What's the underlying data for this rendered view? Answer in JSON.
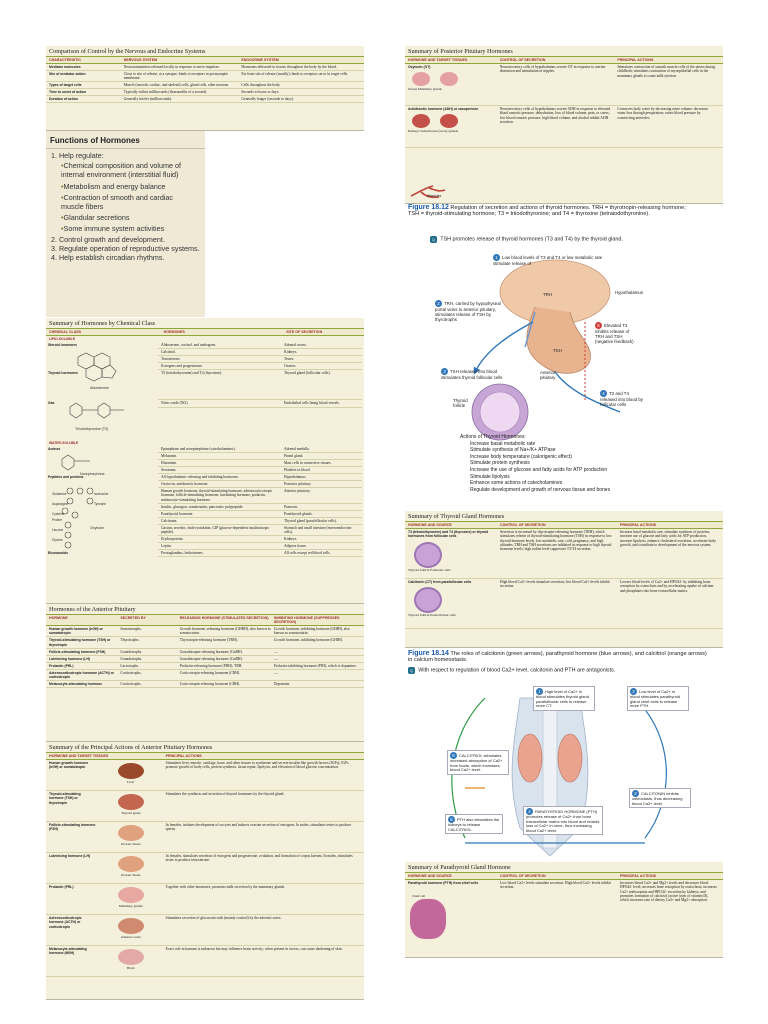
{
  "comparison": {
    "title": "Comparison of Control by the Nervous and Endocrine Systems",
    "headers": [
      "CHARACTERISTIC",
      "NERVOUS SYSTEM",
      "ENDOCRINE SYSTEM"
    ],
    "rows": [
      [
        "Mediator molecules",
        "Neurotransmitters released locally in response to nerve impulses.",
        "Hormones delivered to tissues throughout the body by the blood."
      ],
      [
        "Site of mediator action",
        "Close to site of release, at a synapse; binds to receptors in postsynaptic membrane.",
        "Far from site of release (usually); binds to receptors on or in target cells."
      ],
      [
        "Types of target cells",
        "Muscle (smooth, cardiac, and skeletal) cells, gland cells, other neurons.",
        "Cells throughout the body."
      ],
      [
        "Time to onset of action",
        "Typically within milliseconds (thousandths of a second).",
        "Seconds to hours or days."
      ],
      [
        "Duration of action",
        "Generally briefer (milliseconds).",
        "Generally longer (seconds to days)."
      ]
    ]
  },
  "functions": {
    "title": "Functions of Hormones",
    "items": [
      {
        "text": "1. Help regulate:",
        "sub": false
      },
      {
        "text": "Chemical composition and volume of internal environment (interstitial fluid)",
        "sub": true
      },
      {
        "text": "Metabolism and energy balance",
        "sub": true
      },
      {
        "text": "Contraction of smooth and cardiac muscle fibers",
        "sub": true
      },
      {
        "text": "Glandular secretions",
        "sub": true
      },
      {
        "text": "Some immune system activities",
        "sub": true
      },
      {
        "text": "2. Control growth and development.",
        "sub": false
      },
      {
        "text": "3. Regulate operation of reproductive systems.",
        "sub": false
      },
      {
        "text": "4. Help establish circadian rhythms.",
        "sub": false
      }
    ]
  },
  "chemclass": {
    "title": "Summary of Hormones by Chemical Class",
    "headers": [
      "CHEMICAL CLASS",
      "HORMONES",
      "SITE OF SECRETION"
    ],
    "lipid_label": "LIPID-SOLUBLE",
    "water_label": "WATER-SOLUBLE",
    "lipid_rows": [
      [
        "Steroid hormones",
        "Aldosterone, cortisol, and androgens.",
        "Adrenal cortex."
      ],
      [
        "",
        "Calcitriol.",
        "Kidneys."
      ],
      [
        "",
        "Testosterone.",
        "Testes."
      ],
      [
        "",
        "Estrogens and progesterone.",
        "Ovaries."
      ],
      [
        "Thyroid hormones",
        "T3 (triiodothyronine) and T4 (thyroxine).",
        "Thyroid gland (follicular cells)."
      ],
      [
        "Gas",
        "Nitric oxide (NO).",
        "Endothelial cells lining blood vessels."
      ]
    ],
    "water_rows": [
      [
        "Amines",
        "Epinephrine and norepinephrine (catecholamines).",
        "Adrenal medulla."
      ],
      [
        "",
        "Melatonin.",
        "Pineal gland."
      ],
      [
        "",
        "Histamine.",
        "Mast cells in connective tissues."
      ],
      [
        "",
        "Serotonin.",
        "Platelets in blood."
      ],
      [
        "Peptides and proteins",
        "All hypothalamic releasing and inhibiting hormones.",
        "Hypothalamus."
      ],
      [
        "",
        "Oxytocin, antidiuretic hormone.",
        "Posterior pituitary."
      ],
      [
        "",
        "Human growth hormone, thyroid-stimulating hormone, adrenocorticotropic hormone, follicle-stimulating hormone, luteinizing hormone, prolactin, melanocyte-stimulating hormone.",
        "Anterior pituitary."
      ],
      [
        "",
        "Insulin, glucagon, somatostatin, pancreatic polypeptide.",
        "Pancreas."
      ],
      [
        "",
        "Parathyroid hormone.",
        "Parathyroid glands."
      ],
      [
        "",
        "Calcitonin.",
        "Thyroid gland (parafollicular cells)."
      ],
      [
        "",
        "Gastrin, secretin, cholecystokinin, GIP (glucose-dependent insulinotropic peptide).",
        "Stomach and small intestine (enteroendocrine cells)."
      ],
      [
        "",
        "Erythropoietin.",
        "Kidneys."
      ],
      [
        "",
        "Leptin.",
        "Adipose tissue."
      ],
      [
        "Eicosanoids",
        "Prostaglandins, leukotrienes.",
        "All cells except red blood cells."
      ]
    ],
    "struct_labels": [
      "Aldosterone",
      "Triiodothyronine (T3)",
      "Norepinephrine",
      "Glutamine",
      "Isoleucine",
      "Asparagine",
      "Tyrosine",
      "Proline",
      "Leucine",
      "Glycine",
      "Oxytocin",
      "Cysteine"
    ]
  },
  "anterior": {
    "title": "Hormones of the Anterior Pituitary",
    "headers": [
      "HORMONE",
      "SECRETED BY",
      "RELEASING HORMONE (STIMULATES SECRETION)",
      "INHIBITING HORMONE (SUPPRESSES SECRETION)"
    ],
    "rows": [
      [
        "Human growth hormone (hGH) or somatotropin",
        "Somatotrophs.",
        "Growth hormone–releasing hormone (GHRH), also known as somatocrinin.",
        "Growth hormone–inhibiting hormone (GHIH), also known as somatostatin."
      ],
      [
        "Thyroid-stimulating hormone (TSH) or thyrotropin",
        "Thyrotrophs.",
        "Thyrotropin-releasing hormone (TRH).",
        "Growth hormone–inhibiting hormone (GHIH)."
      ],
      [
        "Follicle-stimulating hormone (FSH)",
        "Gonadotrophs.",
        "Gonadotropin-releasing hormone (GnRH).",
        "—"
      ],
      [
        "Luteinizing hormone (LH)",
        "Gonadotrophs.",
        "Gonadotropin-releasing hormone (GnRH).",
        "—"
      ],
      [
        "Prolactin (PRL)",
        "Lactotrophs.",
        "Prolactin-releasing hormone (PRH); TRH.",
        "Prolactin-inhibiting hormone (PIH), which is dopamine."
      ],
      [
        "Adrenocorticotropic hormone (ACTH) or corticotropin",
        "Corticotrophs.",
        "Corticotropin-releasing hormone (CRH).",
        "—"
      ],
      [
        "Melanocyte-stimulating hormone",
        "Corticotrophs.",
        "Corticotropin-releasing hormone (CRH).",
        "Dopamine."
      ]
    ]
  },
  "principal": {
    "title": "Summary of the Principal Actions of Anterior Pituitary Hormones",
    "headers": [
      "HORMONE AND TARGET TISSUES",
      "PRINCIPAL ACTIONS"
    ],
    "rows": [
      {
        "hormone": "Human growth hormone (hGH) or somatotropin",
        "organ": "Liver",
        "action": "Stimulates liver, muscle, cartilage, bone, and other tissues to synthesize and secrete insulin-like growth factors (IGFs); IGFs promote growth of body cells, protein synthesis, tissue repair, lipolysis, and elevation of blood glucose concentration."
      },
      {
        "hormone": "Thyroid-stimulating hormone (TSH) or thyrotropin",
        "organ": "Thyroid gland",
        "action": "Stimulates the synthesis and secretion of thyroid hormones by the thyroid gland."
      },
      {
        "hormone": "Follicle-stimulating hormone (FSH)",
        "organ": "Ovaries   Testes",
        "action": "In females, initiates development of oocytes and induces ovarian secretion of estrogens. In males, stimulates testes to produce sperm."
      },
      {
        "hormone": "Luteinizing hormone (LH)",
        "organ": "Ovaries   Testes",
        "action": "In females, stimulates secretion of estrogens and progesterone, ovulation, and formation of corpus luteum. In males, stimulates testes to produce testosterone."
      },
      {
        "hormone": "Prolactin (PRL)",
        "organ": "Mammary glands",
        "action": "Together with other hormones, promotes milk secretion by the mammary glands."
      },
      {
        "hormone": "Adrenocorticotropic hormone (ACTH) or corticotropin",
        "organ": "Adrenal cortex",
        "action": "Stimulates secretion of glucocorticoids (mainly cortisol) by the adrenal cortex."
      },
      {
        "hormone": "Melanocyte-stimulating hormone (MSH)",
        "organ": "Brain",
        "action": "Exact role in humans is unknown but may influence brain activity; when present in excess, can cause darkening of skin."
      }
    ]
  },
  "posterior": {
    "title": "Summary of Posterior Pituitary Hormones",
    "headers": [
      "HORMONE AND TARGET TISSUES",
      "CONTROL OF SECRETION",
      "PRINCIPAL ACTIONS"
    ],
    "rows": [
      {
        "hormone": "Oxytocin (OT)",
        "organs": "Uterus     Mammary glands",
        "control": "Neurosecretory cells of hypothalamus secrete OT in response to uterine distension and stimulation of nipples.",
        "action": "Stimulates contraction of smooth muscle cells of the uterus during childbirth; stimulates contraction of myoepithelial cells in the mammary glands to cause milk ejection."
      },
      {
        "hormone": "Antidiuretic hormone (ADH) or vasopressin",
        "organs": "Kidneys     Sudoriferous (sweat) glands",
        "control": "Neurosecretory cells of hypothalamus secrete ADH in response to elevated blood osmotic pressure, dehydration, loss of blood volume, pain, or stress; low blood osmotic pressure, high blood volume, and alcohol inhibit ADH secretion.",
        "action": "Conserves body water by decreasing urine volume; decreases water loss through perspiration; raises blood pressure by constricting arterioles."
      }
    ],
    "arterioles": "Arterioles"
  },
  "fig1812": {
    "number": "Figure 18.12",
    "caption": "Regulation of secretion and actions of thyroid hormones. TRH = thyrotropin-releasing hormone; TSH = thyroid-stimulating hormone; T3 = triiodothyronine; and T4 = thyroxine (tetraiodothyronine).",
    "statement": "TSH promotes release of thyroid hormones (T3 and T4) by the thyroid gland.",
    "step1": "Low blood levels of T3 and T4 or low metabolic rate stimulate release of",
    "step2": "TRH, carried by hypophyseal portal veins to anterior pituitary, stimulates release of TSH by thyrotrophs",
    "step3": "TSH released into blood stimulates thyroid follicular cells",
    "step4": "T3 and T4 released into blood by follicular cells",
    "step5": "Elevated T3 inhibits release of TRH and TSH (negative feedback)",
    "labels": {
      "hypothalamus": "Hypothalamus",
      "trh": "TRH",
      "tsh": "TSH",
      "anterior": "Anterior pituitary",
      "follicle": "Thyroid follicle"
    },
    "actions_title": "Actions of Thyroid Hormones:",
    "actions": [
      "Increase basal metabolic rate",
      "Stimulate synthesis of Na+/K+ ATPase",
      "Increase body temperature (calorigenic effect)",
      "Stimulate protein synthesis",
      "Increase the use of glucose and fatty acids for ATP production",
      "Stimulate lipolysis",
      "Enhance some actions of catecholamines",
      "Regulate development and growth of nervous tissue and bones"
    ]
  },
  "thyroidsum": {
    "title": "Summary of Thyroid Gland Hormones",
    "headers": [
      "HORMONE AND SOURCE",
      "CONTROL OF SECRETION",
      "PRINCIPAL ACTIONS"
    ],
    "rows": [
      {
        "hormone": "T3 (triiodothyronine) and T4 (thyroxine) or thyroid hormones from follicular cells",
        "img": "Thyroid follicle   Follicular cells",
        "control": "Secretion is increased by thyrotropin-releasing hormone (TRH), which stimulates release of thyroid-stimulating hormone (TSH) in response to low thyroid hormone levels, low metabolic rate, cold, pregnancy, and high altitudes; TRH and TSH secretions are inhibited in response to high thyroid hormone levels; high iodine level suppresses T3/T4 secretion.",
        "action": "Increase basal metabolic rate, stimulate synthesis of proteins, increase use of glucose and fatty acids for ATP production, increase lipolysis, enhance cholesterol excretion, accelerate body growth, and contribute to development of the nervous system."
      },
      {
        "hormone": "Calcitonin (CT) from parafollicular cells",
        "img": "Thyroid follicle   Parafollicular cells",
        "control": "High blood Ca2+ levels stimulate secretion; low blood Ca2+ levels inhibit secretion.",
        "action": "Lowers blood levels of Ca2+ and HPO42- by inhibiting bone resorption by osteoclasts and by accelerating uptake of calcium and phosphates into bone extracellular matrix."
      }
    ]
  },
  "fig1814": {
    "number": "Figure 18.14",
    "caption": "The roles of calcitonin (green arrows), parathyroid hormone (blue arrows), and calcitriol (orange arrows) in calcium homeostasis.",
    "statement": "With respect to regulation of blood Ca2+ level, calcitonin and PTH are antagonists.",
    "box1": "High level of Ca2+ in blood stimulates thyroid gland parafollicular cells to release more CT.",
    "box2": "CALCITONIN inhibits osteoclasts, thus decreasing blood Ca2+ level.",
    "box3": "Low level of Ca2+ in blood stimulates parathyroid gland chief cells to release more PTH.",
    "box4": "PARATHYROID HORMONE (PTH) promotes release of Ca2+ from bone extracellular matrix into blood and retards loss of Ca2+ in urine, thus increasing blood Ca2+ level.",
    "box5": "PTH also stimulates the kidneys to release CALCITRIOL.",
    "box6": "CALCITRIOL stimulates increased absorption of Ca2+ from foods, which increases blood Ca2+ level."
  },
  "parathyroid": {
    "title": "Summary of Parathyroid Gland Hormone",
    "headers": [
      "HORMONE AND SOURCE",
      "CONTROL OF SECRETION",
      "PRINCIPAL ACTIONS"
    ],
    "hormone": "Parathyroid hormone (PTH) from chief cells",
    "img": "Chief cell",
    "control": "Low blood Ca2+ levels stimulate secretion. High blood Ca2+ levels inhibit secretion.",
    "action": "Increases blood Ca2+ and Mg2+ levels and decreases blood HPO42- level; increases bone resorption by osteoclasts; increases Ca2+ reabsorption and HPO42- excretion by kidneys; and promotes formation of calcitriol (active form of vitamin D), which increases rate of dietary Ca2+ and Mg2+ absorption."
  }
}
